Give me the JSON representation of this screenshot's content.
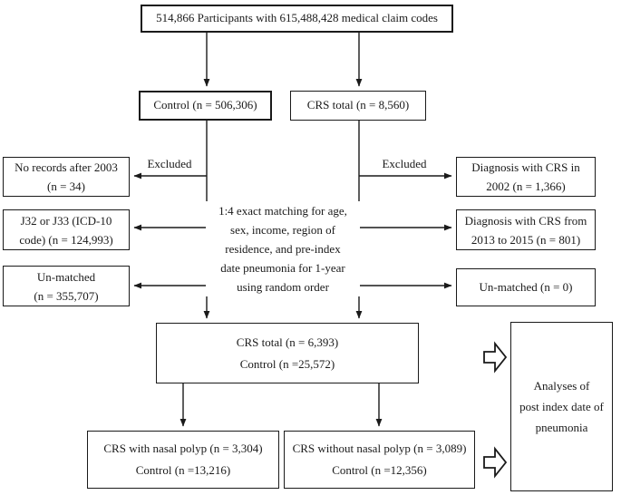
{
  "figure": {
    "type": "participant-flow-diagram",
    "ink_color": "#1a1a1a",
    "background_color": "#ffffff"
  },
  "nodes": {
    "participants": "514,866 Participants with  615,488,428 medical claim codes",
    "control": "Control (n = 506,306)",
    "crs_total": "CRS total (n = 8,560)",
    "excluded_left": "Excluded",
    "excluded_right": "Excluded",
    "no_records": [
      "No records after 2003",
      "(n = 34)"
    ],
    "icd_codes": [
      "J32 or J33 (ICD-10",
      "code) (n = 124,993)"
    ],
    "unmatched_left": [
      "Un-matched",
      "(n = 355,707)"
    ],
    "crs_2002": [
      "Diagnosis with CRS  in",
      "2002 (n = 1,366)"
    ],
    "crs_2013_2015": [
      "Diagnosis with CRS from",
      "2013 to 2015 (n = 801)"
    ],
    "unmatched_right": [
      "Un-matched (n = 0)"
    ],
    "matching_note": [
      "1:4 exact matching for age,",
      "sex, income, region of",
      "residence, and pre-index",
      "date pneumonia for 1-year",
      "using random order"
    ],
    "matched_cohort": [
      "CRS total  (n = 6,393)",
      "Control (n =25,572)"
    ],
    "crs_with_polyp": [
      "CRS with nasal polyp (n = 3,304)",
      "Control (n =13,216)"
    ],
    "crs_without_polyp": [
      "CRS without nasal polyp (n = 3,089)",
      "Control (n =12,356)"
    ],
    "analyses": [
      "Analyses of",
      "post index date of",
      "pneumonia"
    ]
  }
}
